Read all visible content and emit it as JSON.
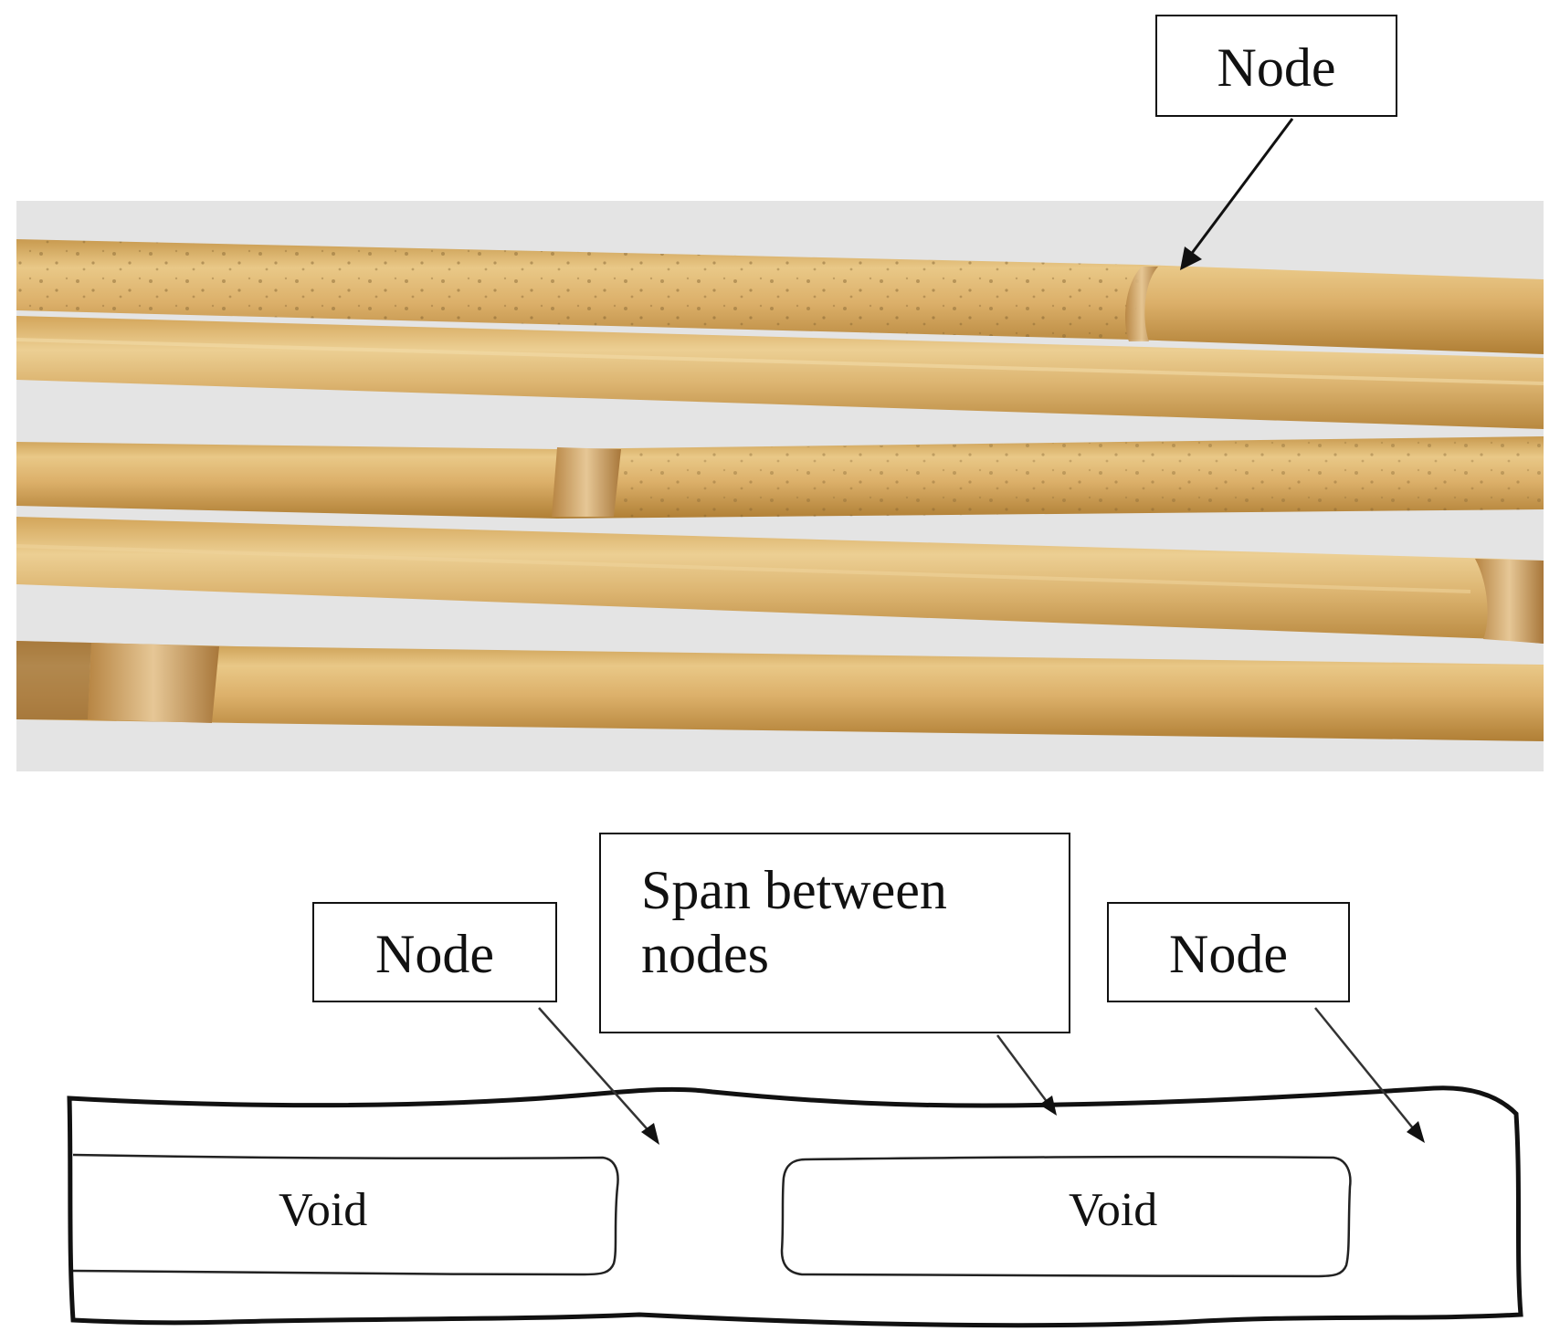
{
  "photo": {
    "labels": {
      "node": "Node"
    },
    "colors": {
      "background": "#e4e4e4",
      "cane_light": "#e2bd74",
      "cane_mid": "#d3a75b",
      "cane_dark": "#b98c3f",
      "node_ring": "#c99550"
    }
  },
  "schematic": {
    "labels": {
      "node_left": "Node",
      "span_line1": "Span between",
      "span_line2": "nodes",
      "node_right": "Node",
      "void_left": "Void",
      "void_right": "Void"
    }
  }
}
